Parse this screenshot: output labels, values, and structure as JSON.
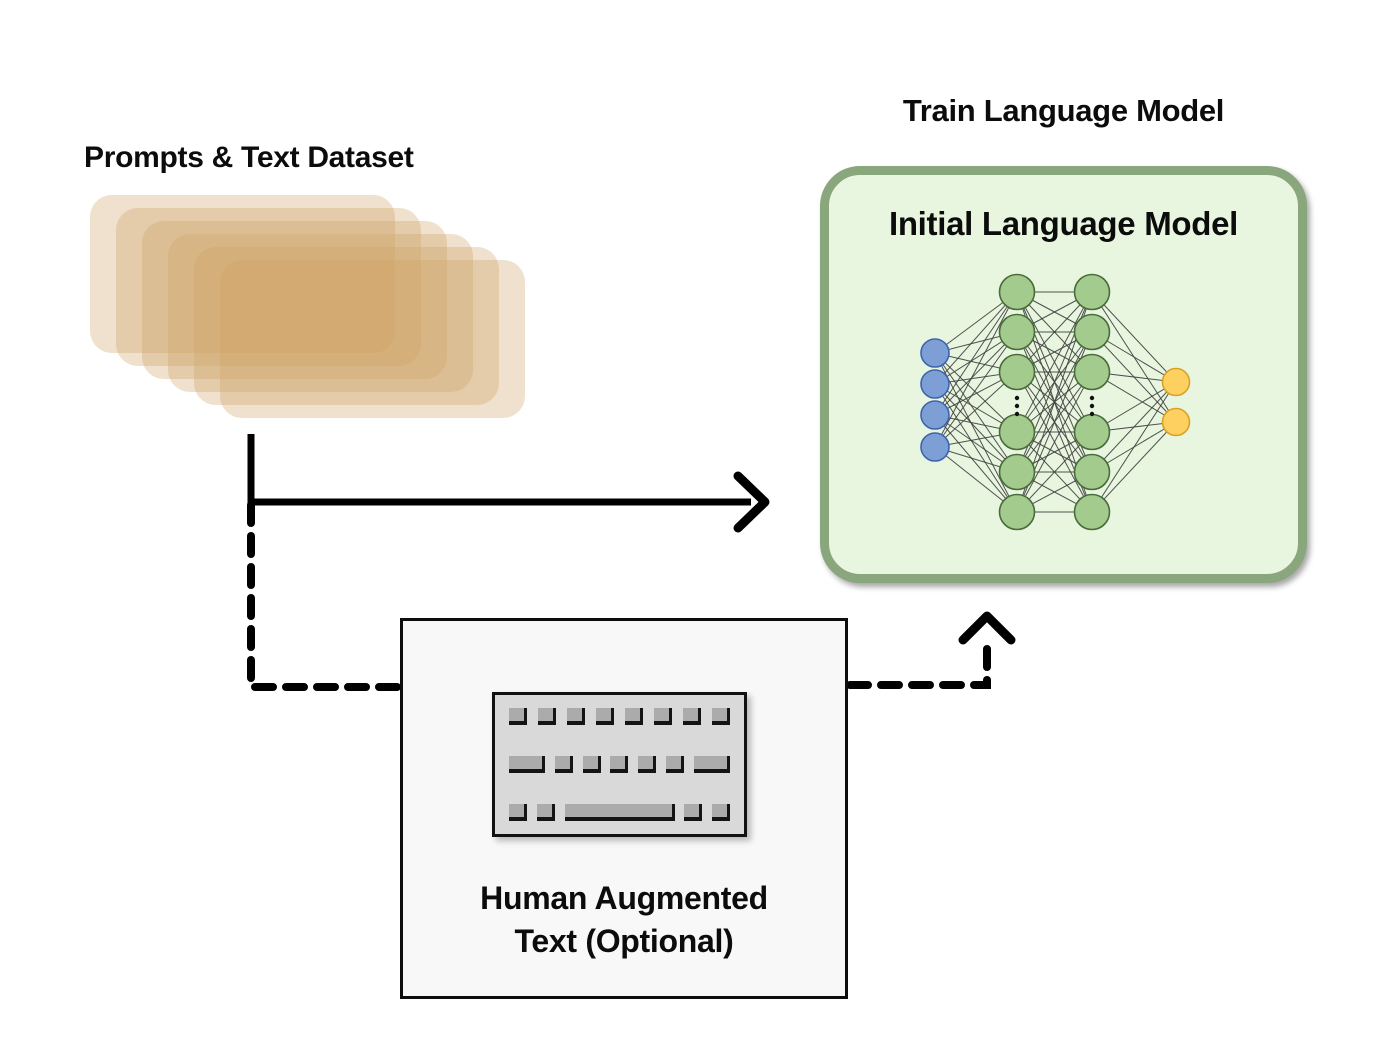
{
  "labels": {
    "dataset_title": "Prompts & Text Dataset",
    "train_title": "Train Language Model",
    "model_title": "Initial Language Model",
    "human_box_line1": "Human Augmented",
    "human_box_line2": "Text (Optional)"
  },
  "dataset_stack": {
    "card_count": 6
  },
  "colors": {
    "card_color": "rgba(206,162,99,0.32)",
    "model_box_fill": "#e8f6e0",
    "model_box_border": "#8aa67c",
    "human_box_fill": "#f8f8f8",
    "human_box_border": "#0d0d0d",
    "keyboard_body": "#d9d9d9",
    "keyboard_key": "#ababab",
    "connector_color": "#000000"
  },
  "network": {
    "edge_color": "#3f3f3f",
    "ellipsis_color": "#111111",
    "layers": [
      {
        "name": "input",
        "count": 4,
        "fill": "#7d9fd6",
        "stroke": "#3d64ad"
      },
      {
        "name": "hidden-1",
        "count": 6,
        "fill": "#a2cb8d",
        "stroke": "#4a6b3c",
        "ellipsis": true
      },
      {
        "name": "hidden-2",
        "count": 6,
        "fill": "#a2cb8d",
        "stroke": "#4a6b3c",
        "ellipsis": true
      },
      {
        "name": "output",
        "count": 2,
        "fill": "#fdd05f",
        "stroke": "#dba127"
      }
    ]
  }
}
